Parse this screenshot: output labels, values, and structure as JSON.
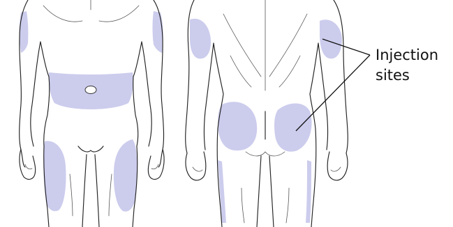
{
  "annotation": {
    "caption_lines": [
      "Injection",
      "sites"
    ],
    "highlight_color": "#c9c9ec",
    "line_color": "#111111"
  },
  "figures": [
    {
      "view": "front",
      "highlighted_regions": [
        "upper-arm-right",
        "upper-arm-left",
        "abdomen",
        "thigh-right",
        "thigh-left"
      ]
    },
    {
      "view": "back",
      "highlighted_regions": [
        "upper-arm-left",
        "upper-arm-right",
        "buttock-left",
        "buttock-right"
      ]
    }
  ]
}
